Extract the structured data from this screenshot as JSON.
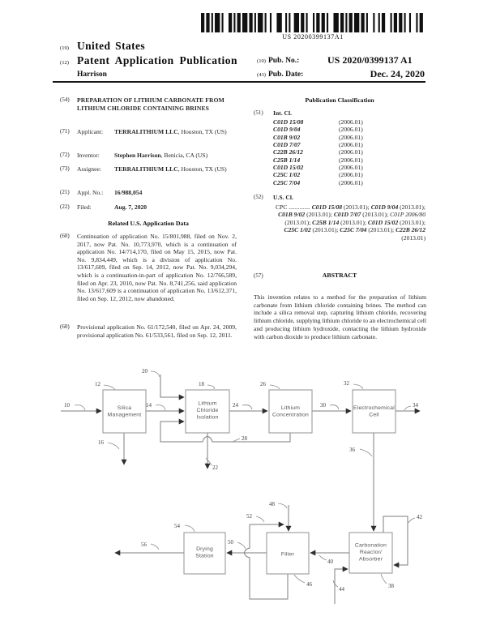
{
  "barcode_text": "US 20200399137A1",
  "header": {
    "tag19": "(19)",
    "country": "United States",
    "tag12": "(12)",
    "doc_type": "Patent Application Publication",
    "inventor_surname": "Harrison",
    "tag10": "(10)",
    "pub_no_label": "Pub. No.:",
    "pub_no": "US 2020/0399137 A1",
    "tag43": "(43)",
    "pub_date_label": "Pub. Date:",
    "pub_date": "Dec. 24, 2020"
  },
  "left": {
    "title_tag": "(54)",
    "title": "PREPARATION OF LITHIUM CARBONATE FROM LITHIUM CHLORIDE CONTAINING BRINES",
    "applicant_tag": "(71)",
    "applicant_label": "Applicant:",
    "applicant_name": "TERRALITHIUM LLC",
    "applicant_rest": ", Houston, TX (US)",
    "inventor_tag": "(72)",
    "inventor_label": "Inventor:",
    "inventor_name": "Stephen Harrison",
    "inventor_rest": ", Benicia, CA (US)",
    "assignee_tag": "(73)",
    "assignee_label": "Assignee:",
    "assignee_name": "TERRALITHIUM LLC",
    "assignee_rest": ", Houston, TX (US)",
    "appl_tag": "(21)",
    "appl_label": "Appl. No.:",
    "appl_no": "16/988,054",
    "filed_tag": "(22)",
    "filed_label": "Filed:",
    "filed_date": "Aug. 7, 2020",
    "related_header": "Related U.S. Application Data",
    "related_tag1": "(60)",
    "related_p1": "Continuation of application No. 15/801,988, filed on Nov. 2, 2017, now Pat. No. 10,773,970, which is a continuation of application No. 14/714,170, filed on May 15, 2015, now Pat. No. 9,834,449, which is a division of application No. 13/617,609, filed on Sep. 14, 2012, now Pat. No. 9,034,294, which is a continuation-in-part of application No. 12/766,589, filed on Apr. 23, 2010, now Pat. No. 8,741,256, said application No. 13/617,609 is a continuation of application No. 13/612,371, filed on Sep. 12, 2012, now abandoned.",
    "related_tag2": "(60)",
    "related_p2": "Provisional application No. 61/172,540, filed on Apr. 24, 2009, provisional application No. 61/533,561, filed on Sep. 12, 2011."
  },
  "right": {
    "pub_class_header": "Publication Classification",
    "intcl_tag": "(51)",
    "intcl_label": "Int. Cl.",
    "int_cl": [
      {
        "code": "C01D 15/08",
        "ver": "(2006.01)"
      },
      {
        "code": "C01D 9/04",
        "ver": "(2006.01)"
      },
      {
        "code": "C01B 9/02",
        "ver": "(2006.01)"
      },
      {
        "code": "C01D 7/07",
        "ver": "(2006.01)"
      },
      {
        "code": "C22B 26/12",
        "ver": "(2006.01)"
      },
      {
        "code": "C25B 1/14",
        "ver": "(2006.01)"
      },
      {
        "code": "C01D 15/02",
        "ver": "(2006.01)"
      },
      {
        "code": "C25C 1/02",
        "ver": "(2006.01)"
      },
      {
        "code": "C25C 7/04",
        "ver": "(2006.01)"
      }
    ],
    "uscl_tag": "(52)",
    "uscl_label": "U.S. Cl.",
    "cpc_segments": [
      {
        "t": "CPC "
      },
      {
        "t": ".............. "
      },
      {
        "t": "C01D 15/08",
        "b": true
      },
      {
        "t": " (2013.01); "
      },
      {
        "t": "C01D 9/04",
        "b": true
      },
      {
        "t": " (2013.01); "
      },
      {
        "t": "C01B 9/02",
        "b": true
      },
      {
        "t": " (2013.01); "
      },
      {
        "t": "C01D 7/07",
        "b": true
      },
      {
        "t": " (2013.01); "
      },
      {
        "t": "C01P 2006/80",
        "i": true
      },
      {
        "t": " (2013.01); "
      },
      {
        "t": "C25B 1/14",
        "b": true
      },
      {
        "t": " (2013.01); "
      },
      {
        "t": "C01D 15/02",
        "b": true
      },
      {
        "t": " (2013.01); "
      },
      {
        "t": "C25C 1/02",
        "b": true
      },
      {
        "t": " (2013.01); "
      },
      {
        "t": "C25C 7/04",
        "b": true
      },
      {
        "t": " (2013.01); "
      },
      {
        "t": "C22B 26/12",
        "b": true
      },
      {
        "t": " (2013.01)"
      }
    ],
    "abstract_tag": "(57)",
    "abstract_header": "ABSTRACT",
    "abstract_text": "This invention relates to a method for the preparation of lithium carbonate from lithium chloride containing brines. The method can include a silica removal step, capturing lithium chloride, recovering lithium chloride, supplying lithium chloride to an electrochemical cell and producing lithium hydroxide, contacting the lithium hydroxide with carbon dioxide to produce lithium carbonate."
  },
  "figure": {
    "boxes": [
      {
        "id": "silica-management",
        "lines": [
          "Silica",
          "Management",
          ""
        ]
      },
      {
        "id": "lithium-chloride-isolation",
        "lines": [
          "Lithium",
          "Chloride",
          "Isolation"
        ]
      },
      {
        "id": "lithium-concentration",
        "lines": [
          "Lithium",
          "Concentration",
          ""
        ]
      },
      {
        "id": "electrochemical-cell",
        "lines": [
          "Electrochemical",
          "Cell",
          ""
        ]
      },
      {
        "id": "drying-station",
        "lines": [
          "Drying",
          "Station",
          ""
        ]
      },
      {
        "id": "filter",
        "lines": [
          "Filter",
          "",
          ""
        ]
      },
      {
        "id": "carbonation-reactor-absorber",
        "lines": [
          "Carbonation",
          "Reactor/",
          "Absorber"
        ]
      }
    ],
    "refs": {
      "n10": "10",
      "n12": "12",
      "n14": "14",
      "n16": "16",
      "n18": "18",
      "n20": "20",
      "n22": "22",
      "n24": "24",
      "n26": "26",
      "n28": "28",
      "n30": "30",
      "n32": "32",
      "n34": "34",
      "n36": "36",
      "n38": "38",
      "n40": "40",
      "n42": "42",
      "n44": "44",
      "n46": "46",
      "n48": "48",
      "n50": "50",
      "n52": "52",
      "n54": "54",
      "n56": "56"
    }
  }
}
